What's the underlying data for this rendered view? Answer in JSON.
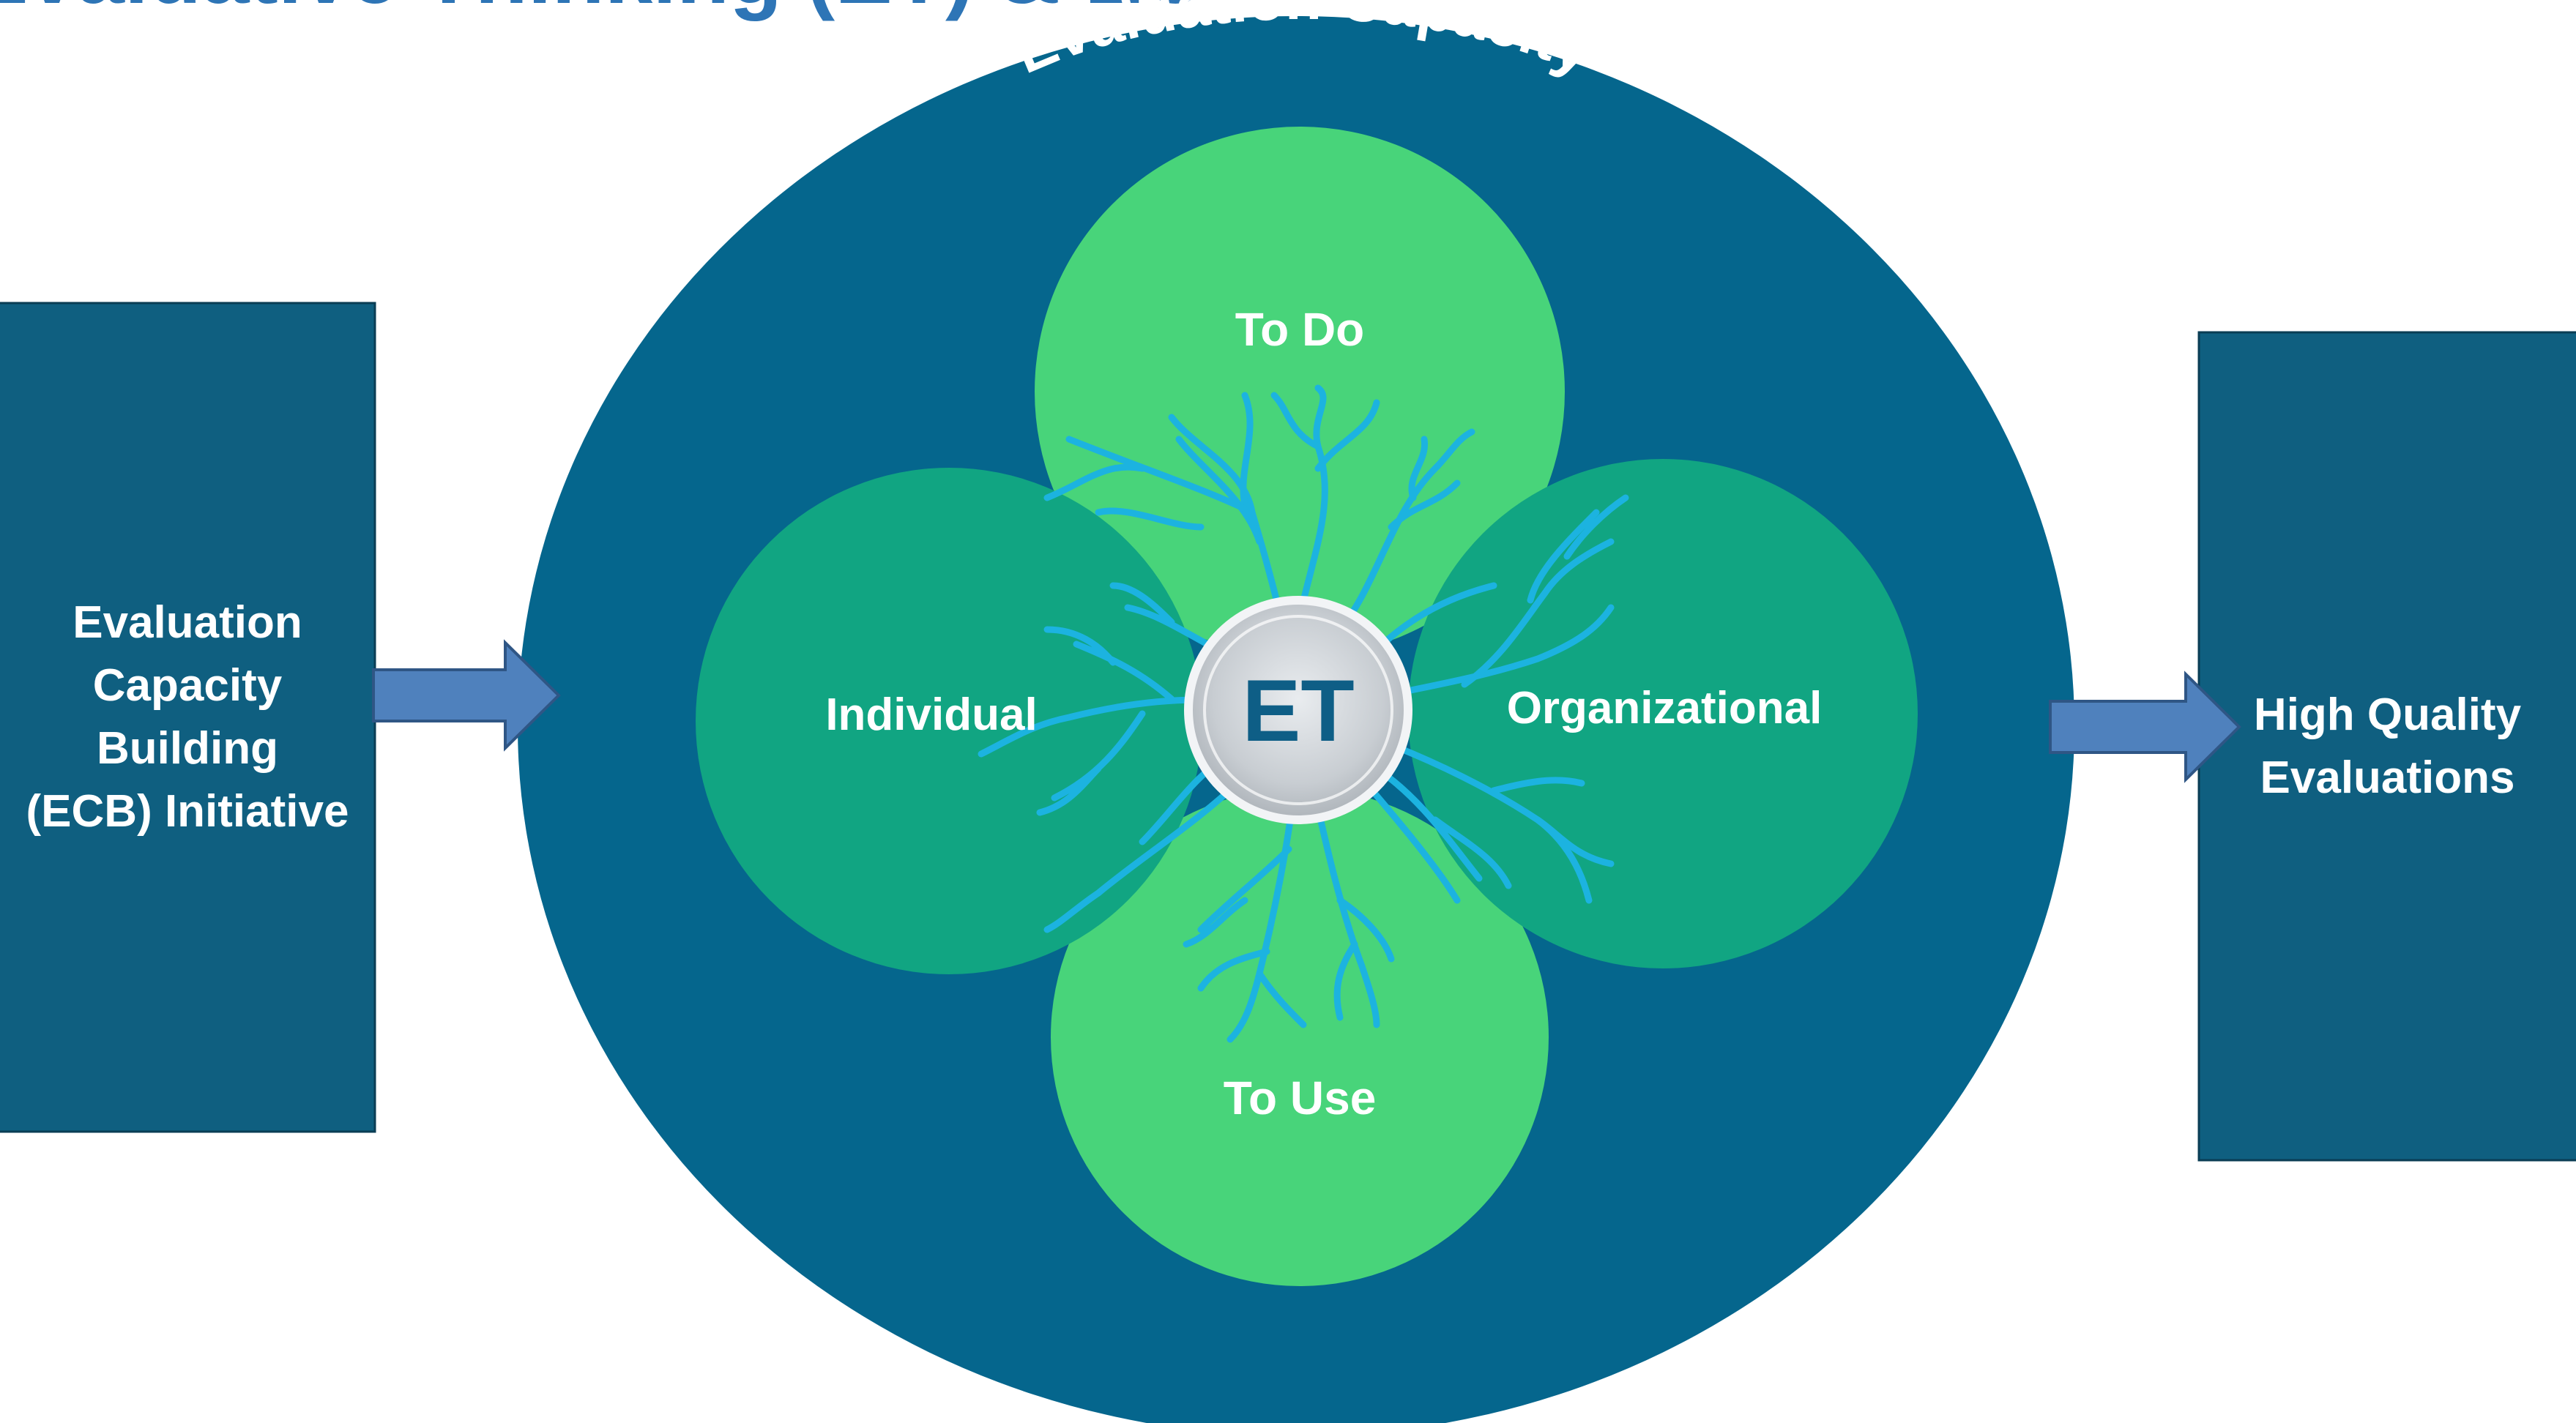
{
  "header_fragment": "Evaluative Thinking (ET) & EC",
  "left_box": {
    "lines": [
      "Evaluation",
      "Capacity",
      "Building",
      "(ECB) Initiative"
    ]
  },
  "right_box": {
    "lines": [
      "High Quality",
      "Evaluations"
    ]
  },
  "outer_circle": {
    "label": "Evaluation Capacity"
  },
  "petals": {
    "top": "To Do",
    "bottom": "To Use",
    "left": "Individual",
    "right": "Organizational"
  },
  "center": {
    "label": "ET"
  },
  "colors": {
    "title_blue": "#2E75B6",
    "box_fill": "#0F5F80",
    "outer_circle": "#05668D",
    "petal_light_green": "#48D47A",
    "petal_teal": "#11A582",
    "arrow_fill": "#4F81BD",
    "root_cyan": "#1CB3E0",
    "center_grey": "#C8CDD2",
    "center_text": "#0E5E86"
  }
}
